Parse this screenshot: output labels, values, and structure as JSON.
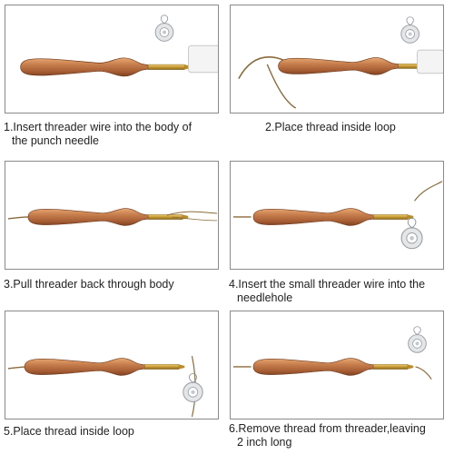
{
  "steps": [
    {
      "line1": "1.Insert threader wire into the body of",
      "line2": "the punch needle"
    },
    {
      "line1": "2.Place thread inside loop",
      "line2": ""
    },
    {
      "line1": "3.Pull threader back through body",
      "line2": ""
    },
    {
      "line1": "4.Insert the small threader wire into the",
      "line2": "needlehole"
    },
    {
      "line1": "5.Place thread inside loop",
      "line2": ""
    },
    {
      "line1": "6.Remove thread from threader,leaving",
      "line2": "2 inch long"
    }
  ]
}
